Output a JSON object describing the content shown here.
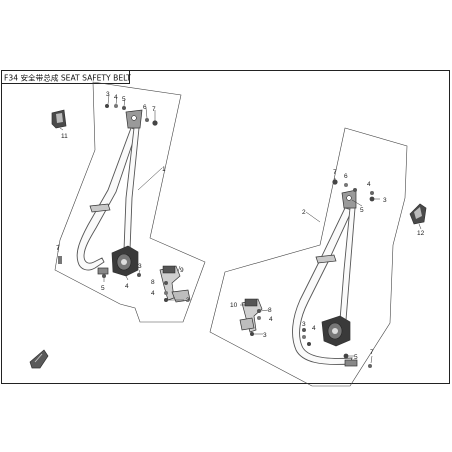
{
  "title": "F34 安全带总成 SEAT SAFETY BELT",
  "callouts": [
    "1",
    "2",
    "3",
    "4",
    "5",
    "6",
    "7",
    "8",
    "9",
    "10",
    "11",
    "12"
  ],
  "colors": {
    "line": "#333333",
    "part_dark": "#3a3a3a",
    "part_mid": "#8c8c8c",
    "background": "#ffffff"
  }
}
